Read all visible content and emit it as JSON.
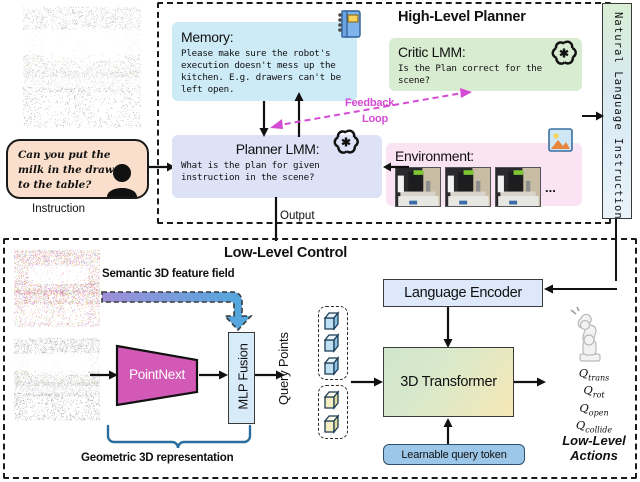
{
  "high_level": {
    "title": "High-Level Planner",
    "memory": {
      "heading": "Memory:",
      "body": "Please make sure the robot's execution doesn't mess up the kitchen. E.g. drawers can't be left open.",
      "icon": "notebook-icon"
    },
    "critic": {
      "heading": "Critic LMM:",
      "body": "Is the Plan correct for the scene?",
      "icon": "openai-logo-icon"
    },
    "planner": {
      "heading": "Planner LMM:",
      "body": "What is the plan for given instruction in the scene?",
      "icon": "openai-logo-icon"
    },
    "environment": {
      "heading": "Environment:",
      "icon": "image-icon",
      "thumbnails": [
        "robot-kitchen-frame-1",
        "robot-kitchen-frame-2",
        "robot-kitchen-frame-3"
      ],
      "ellipsis": "..."
    },
    "feedback_label_line1": "Feedback",
    "feedback_label_line2": "Loop",
    "output_label": "Output"
  },
  "instruction": {
    "text": "Can you put the milk in the drawer to the table?",
    "caption": "Instruction",
    "icon": "person-icon"
  },
  "nl_bar": {
    "label": "Natural Language Instruction"
  },
  "low_level": {
    "title": "Low-Level Control",
    "semantic_field_label": "Semantic 3D feature field",
    "geometric_label": "Geometric 3D representation",
    "pointnext_label": "PointNext",
    "mlp_fusion_label": "MLP Fusion",
    "query_points_label": "Query Points",
    "query_cubes_blue": 3,
    "query_cubes_yellow": 2,
    "transformer_label": "3D Transformer",
    "language_encoder_label": "Language Encoder",
    "query_token_label": "Learnable query token",
    "robot_icon": "robot-arm-icon",
    "actions_caption_line1": "Low-Level",
    "actions_caption_line2": "Actions",
    "q_outputs": [
      {
        "base": "Q",
        "sub": "trans"
      },
      {
        "base": "Q",
        "sub": "rot"
      },
      {
        "base": "Q",
        "sub": "open"
      },
      {
        "base": "Q",
        "sub": "collide"
      }
    ]
  },
  "colors": {
    "memory_bg": "#cdeaf7",
    "planner_bg": "#dde2f6",
    "critic_bg": "#d8ecd2",
    "environment_bg": "#fae4f4",
    "instruction_bg": "#fadfcc",
    "pointnext_fill": "#d359b6",
    "mlp_fusion_bg": "#d7ecf8",
    "query_token_bg": "#9dc7e8",
    "feedback_arrow": "#d44bd4",
    "semantic_arrow_start": "#9f8fd8",
    "semantic_arrow_end": "#4ea8dd",
    "brace": "#2b6e9e"
  }
}
